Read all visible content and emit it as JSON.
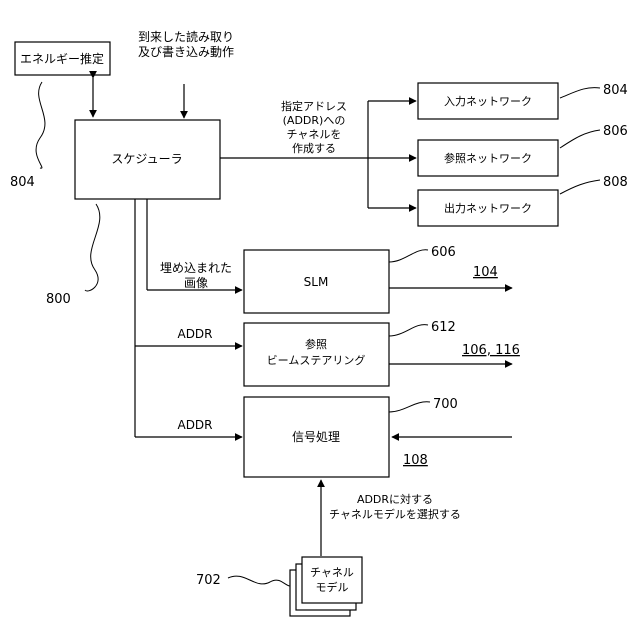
{
  "labels": {
    "incoming_ops": [
      "到来した読み取り",
      "及び書き込み動作"
    ],
    "energy_estimation": "エネルギー推定",
    "scheduler": "スケジューラ",
    "create_channel": [
      "指定アドレス",
      "(ADDR)への",
      "チャネルを",
      "作成する"
    ],
    "input_network": "入力ネットワーク",
    "reference_network": "参照ネットワーク",
    "output_network": "出力ネットワーク",
    "embedded_image": [
      "埋め込まれた",
      "画像"
    ],
    "slm": "SLM",
    "addr_1": "ADDR",
    "addr_2": "ADDR",
    "reference_beam_steering": [
      "参照",
      "ビームステアリング"
    ],
    "signal_processing": "信号処理",
    "select_channel_model": [
      "ADDRに対する",
      "チャネルモデルを選択する"
    ],
    "channel_model": [
      "チャネル",
      "モデル"
    ]
  },
  "refs": {
    "energy": "804",
    "scheduler": "800",
    "input_network": "804",
    "reference_network": "806",
    "output_network": "808",
    "slm": "606",
    "slm_output": "104",
    "beam_steering": "612",
    "beam_output": "106, 116",
    "signal_processing": "700",
    "signal_input": "108",
    "channel_model": "702"
  }
}
